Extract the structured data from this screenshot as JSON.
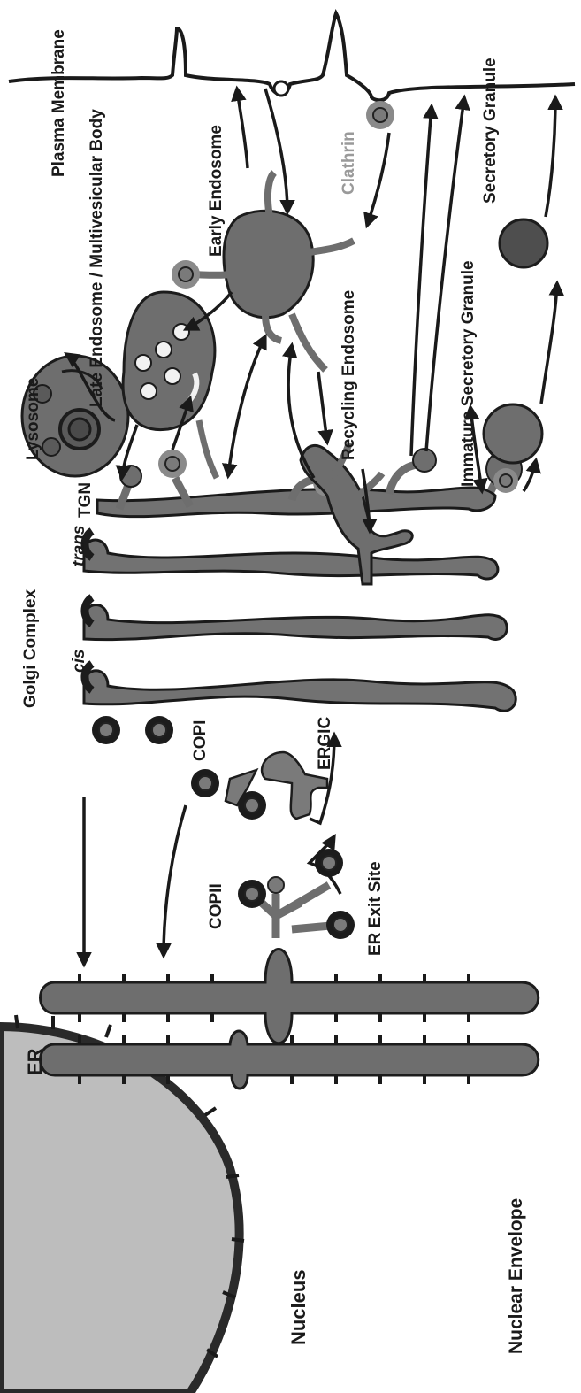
{
  "labels": {
    "plasma_membrane": "Plasma Membrane",
    "clathrin": "Clathrin",
    "early_endosome": "Early Endosome",
    "late_endosome": "Late Endosome / Multivesicular Body",
    "lysosome": "Lysosome",
    "recycling_endosome": "Recycling Endosome",
    "secretory_granule": "Secretory Granule",
    "immature_secretory_granule": "Immature Secretory Granule",
    "tgn": "TGN",
    "trans": "trans",
    "cis": "cis",
    "golgi_complex": "Golgi Complex",
    "copi": "COPI",
    "ergic": "ERGIC",
    "copii": "COPII",
    "er_exit_site": "ER Exit Site",
    "er": "ER",
    "nucleus": "Nucleus",
    "nuclear_envelope": "Nuclear Envelope"
  },
  "colors": {
    "background": "#ffffff",
    "nucleus": "#bdbdbd",
    "membrane_gray": "#6e6e6e",
    "coat_dark": "#1c1c1c",
    "coat_clathrin": "#8a8a8a"
  },
  "icons": {
    "coat_vesicle": "coated-vesicle",
    "arrow": "transport-arrow"
  }
}
